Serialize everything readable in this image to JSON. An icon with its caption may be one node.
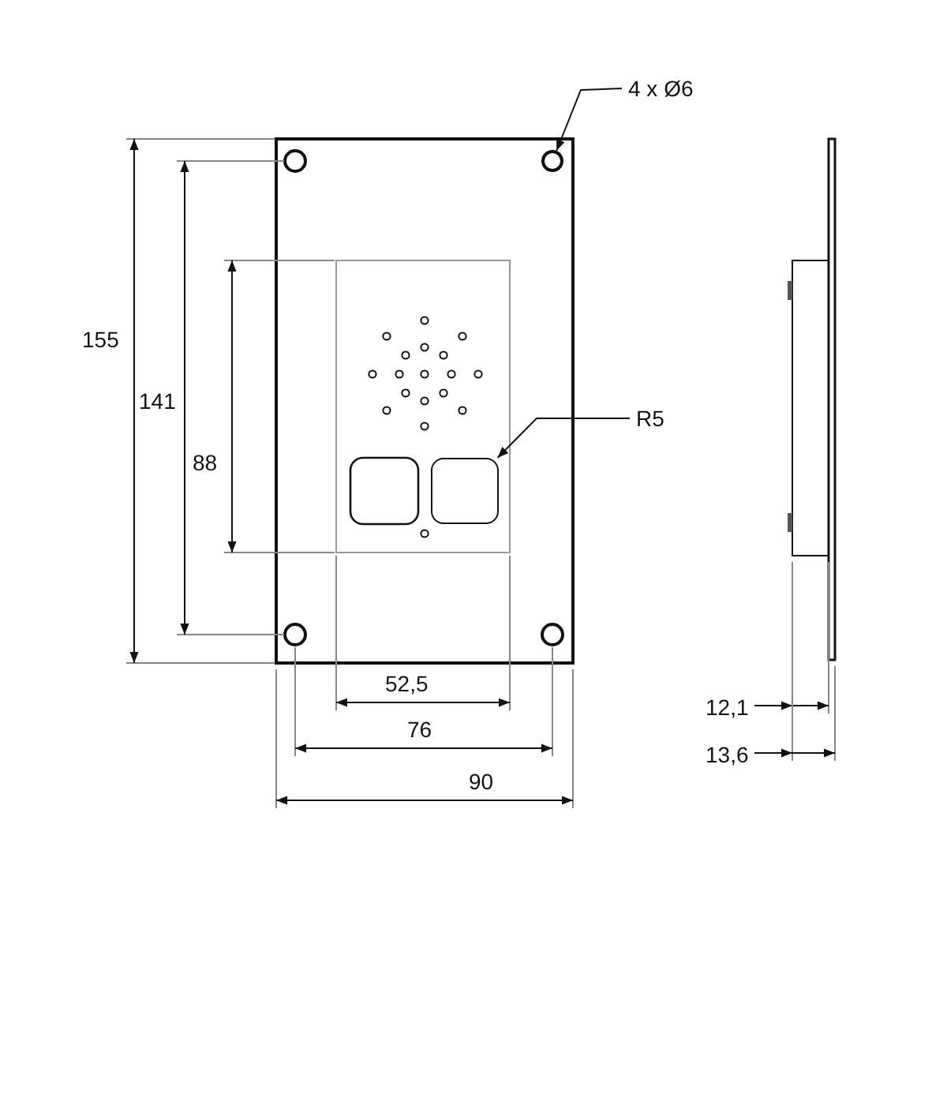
{
  "diagram": {
    "nodes": [
      {
        "text": [
          "4 x Ø6"
        ]
      },
      {
        "text": [],
        "shape": "circle"
      },
      {
        "text": [
          "R5"
        ]
      },
      {
        "text": [],
        "shape": "box"
      }
    ],
    "edges": [
      {
        "from": 0,
        "to": 1,
        "arrow": "to"
      },
      {
        "from": 2,
        "to": 3,
        "arrow": "to"
      }
    ],
    "labels": [
      "155",
      "141",
      "88",
      "52,5",
      "76",
      "90",
      "12,1",
      "13,6"
    ]
  }
}
